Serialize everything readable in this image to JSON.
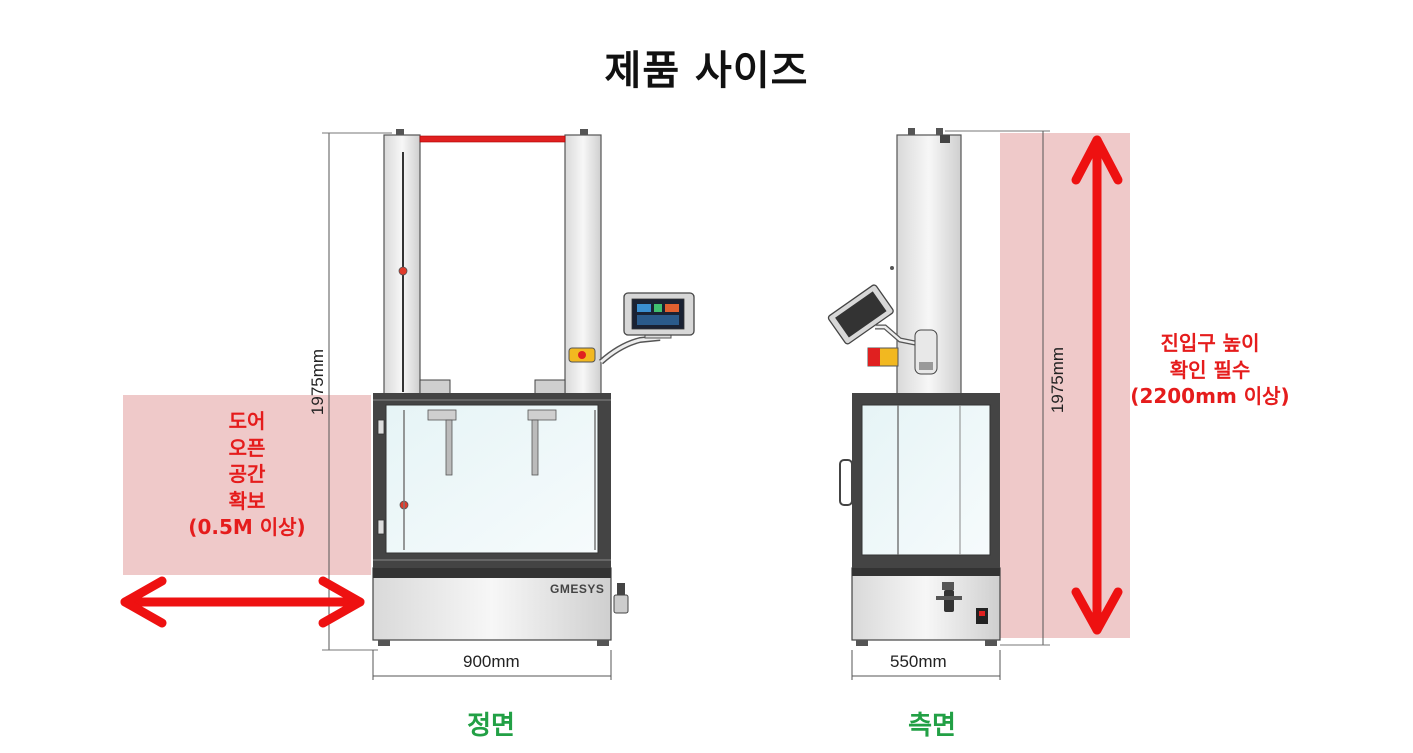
{
  "title": "제품 사이즈",
  "front": {
    "caption": "정면",
    "height_label": "1975mm",
    "width_label": "900mm",
    "brand": "GMESYS",
    "door_note": [
      "도어",
      "오픈",
      "공간",
      "확보",
      "(0.5M 이상)"
    ]
  },
  "side": {
    "caption": "측면",
    "height_label": "1975mm",
    "width_label": "550mm",
    "entrance_note": [
      "진입구 높이",
      "확인 필수",
      "(2200mm 이상)"
    ]
  },
  "colors": {
    "highlight": "#efc9c9",
    "arrow": "#ee1111",
    "caption": "#22a045",
    "note": "#e51c1c"
  }
}
